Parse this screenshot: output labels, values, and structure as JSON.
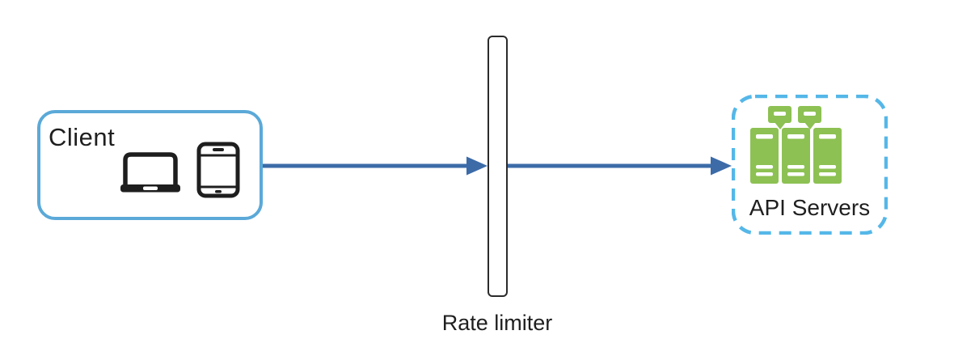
{
  "diagram": {
    "type": "architecture-flow",
    "nodes": {
      "client": {
        "label": "Client",
        "icons": [
          "laptop-icon",
          "smartphone-icon"
        ],
        "border_style": "solid rounded"
      },
      "rate_limiter": {
        "label": "Rate limiter",
        "shape": "tall vertical bar"
      },
      "api_servers": {
        "label": "API Servers",
        "icons": [
          "server-cluster-icon"
        ],
        "border_style": "dashed rounded"
      }
    },
    "edges": [
      {
        "from": "client",
        "to": "rate_limiter",
        "style": "solid arrow"
      },
      {
        "from": "rate_limiter",
        "to": "api_servers",
        "style": "solid arrow"
      }
    ],
    "colors": {
      "client_border": "#5BA9D8",
      "api_border": "#55B7E8",
      "arrow": "#3C6BA8",
      "server_green": "#8DC153",
      "icon_black": "#1E1E1E",
      "limiter_border": "#2B2B2B",
      "text": "#1F1F1F",
      "background": "#FFFFFF"
    }
  }
}
